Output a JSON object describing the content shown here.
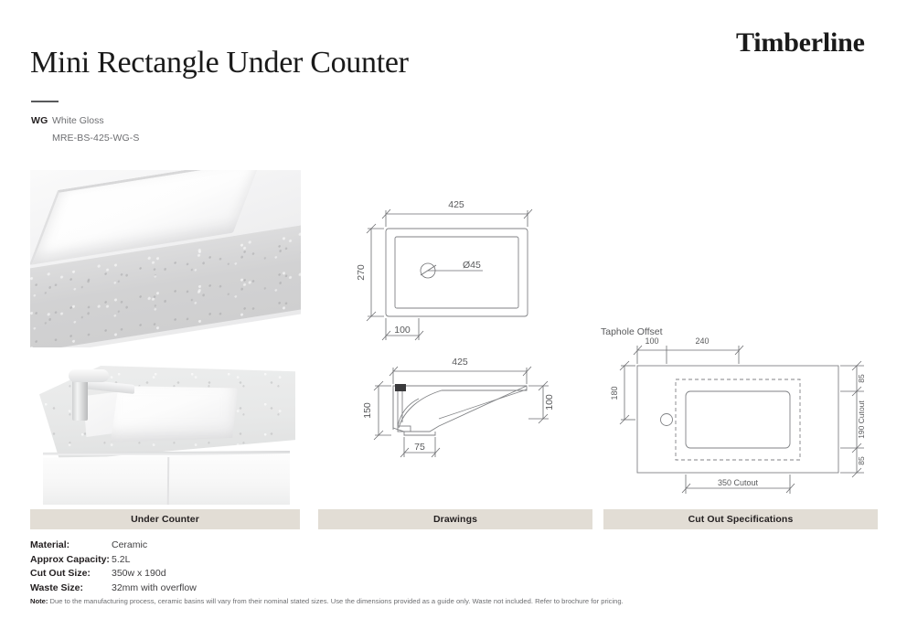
{
  "brand": "Timberline",
  "header": {
    "title": "Mini Rectangle Under Counter",
    "finish_code": "WG",
    "finish_name": "White Gloss",
    "sku": "MRE-BS-425-WG-S"
  },
  "captions": {
    "photo": "Under Counter",
    "drawings": "Drawings",
    "cutout": "Cut Out Specifications"
  },
  "drawings": {
    "top_view": {
      "width": "425",
      "height": "270",
      "waste_diameter": "Ø45",
      "waste_offset": "100"
    },
    "side_view": {
      "length": "425",
      "height_left": "150",
      "height_right": "100",
      "base_width": "75"
    },
    "cutout_view": {
      "label": "Taphole Offset",
      "offset_1": "100",
      "offset_2": "240",
      "vertical_offset": "180",
      "margin_top": "85",
      "cutout_depth": "190 Cutout",
      "margin_bottom": "85",
      "cutout_width": "350 Cutout"
    }
  },
  "specifications": [
    {
      "key": "Material:",
      "value": "Ceramic"
    },
    {
      "key": "Approx Capacity:",
      "value": "5.2L"
    },
    {
      "key": "Cut Out Size:",
      "value": "350w x 190d"
    },
    {
      "key": "Waste Size:",
      "value": "32mm with overflow"
    }
  ],
  "note": {
    "label": "Note:",
    "text": " Due to the manufacturing process, ceramic basins will vary from their nominal stated sizes. Use the dimensions provided as a guide only. Waste not included. Refer to brochure for pricing."
  },
  "colors": {
    "caption_bar": "#e2ddd5",
    "ink": "#231f20",
    "dim_line": "#58595b"
  }
}
